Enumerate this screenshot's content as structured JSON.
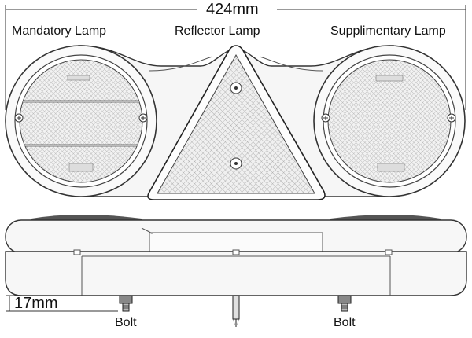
{
  "dimension_width": "424mm",
  "dimension_height": "17mm",
  "labels": {
    "mandatory": "Mandatory Lamp",
    "reflector": "Reflector Lamp",
    "supplementary": "Supplimentary Lamp",
    "bolt_left": "Bolt",
    "bolt_right": "Bolt"
  },
  "colors": {
    "line": "#222222",
    "lens_fill": "#ececec",
    "hatch": "#9a9a9a",
    "body_fill": "#f7f7f7"
  }
}
